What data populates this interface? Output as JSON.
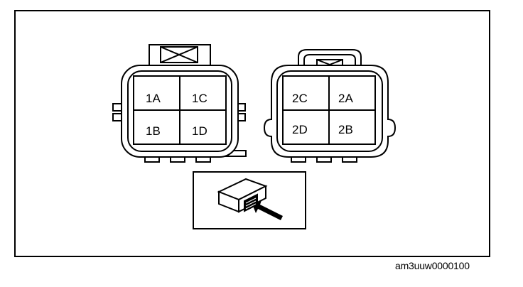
{
  "connector_left": {
    "pins": [
      "1A",
      "1C",
      "1B",
      "1D"
    ]
  },
  "connector_right": {
    "pins": [
      "2C",
      "2A",
      "2D",
      "2B"
    ]
  },
  "figure_id": "am3uuw0000100"
}
